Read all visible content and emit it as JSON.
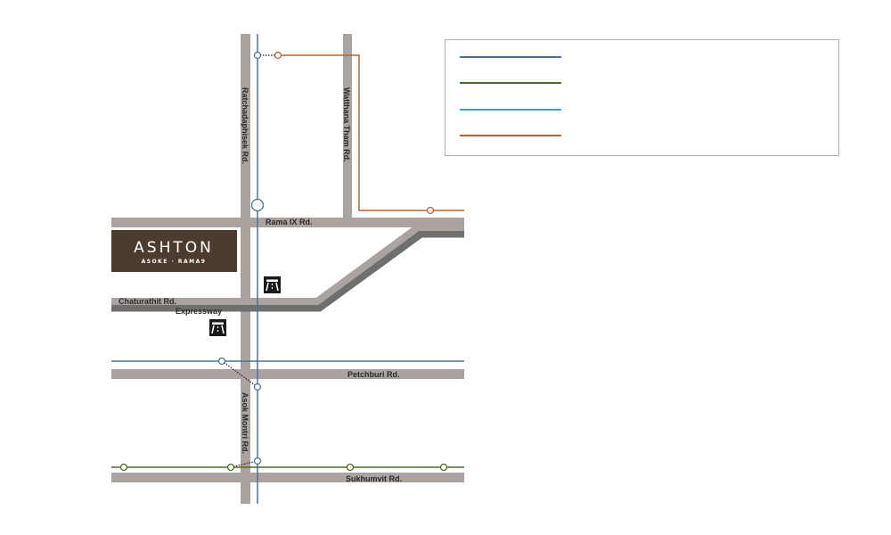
{
  "brand": {
    "name": "ASHTON",
    "subtitle": "ASOKE · RAMA9"
  },
  "roads": {
    "ratchadaphisek": "Ratchadaphisek Rd.",
    "watthana_tham": "Watthana Tham Rd.",
    "rama_ix": "Rama IX Rd.",
    "chaturathit": "Chaturathit Rd.",
    "expressway": "Expressway",
    "petchburi": "Petchburi Rd.",
    "asok_montri": "Asok Montri Rd.",
    "sukhumvit": "Sukhumvit Rd."
  },
  "icons": {
    "expressway_entrance": "expressway-icon"
  },
  "colors": {
    "road": "#aba39f",
    "expressway": "#6f6f6f",
    "brand_bg": "#4d3b30",
    "mrt_line": "#4f7397",
    "bts_line": "#4d6b2a",
    "airport_link": "#3aa0d0",
    "orange_line": "#b8652c",
    "station_fill": "#ffffff"
  },
  "legend": {
    "items": [
      {
        "color": "#4f7397",
        "label": ""
      },
      {
        "color": "#4d6b2a",
        "label": ""
      },
      {
        "color": "#3aa0d0",
        "label": ""
      },
      {
        "color": "#b8652c",
        "label": ""
      }
    ]
  }
}
